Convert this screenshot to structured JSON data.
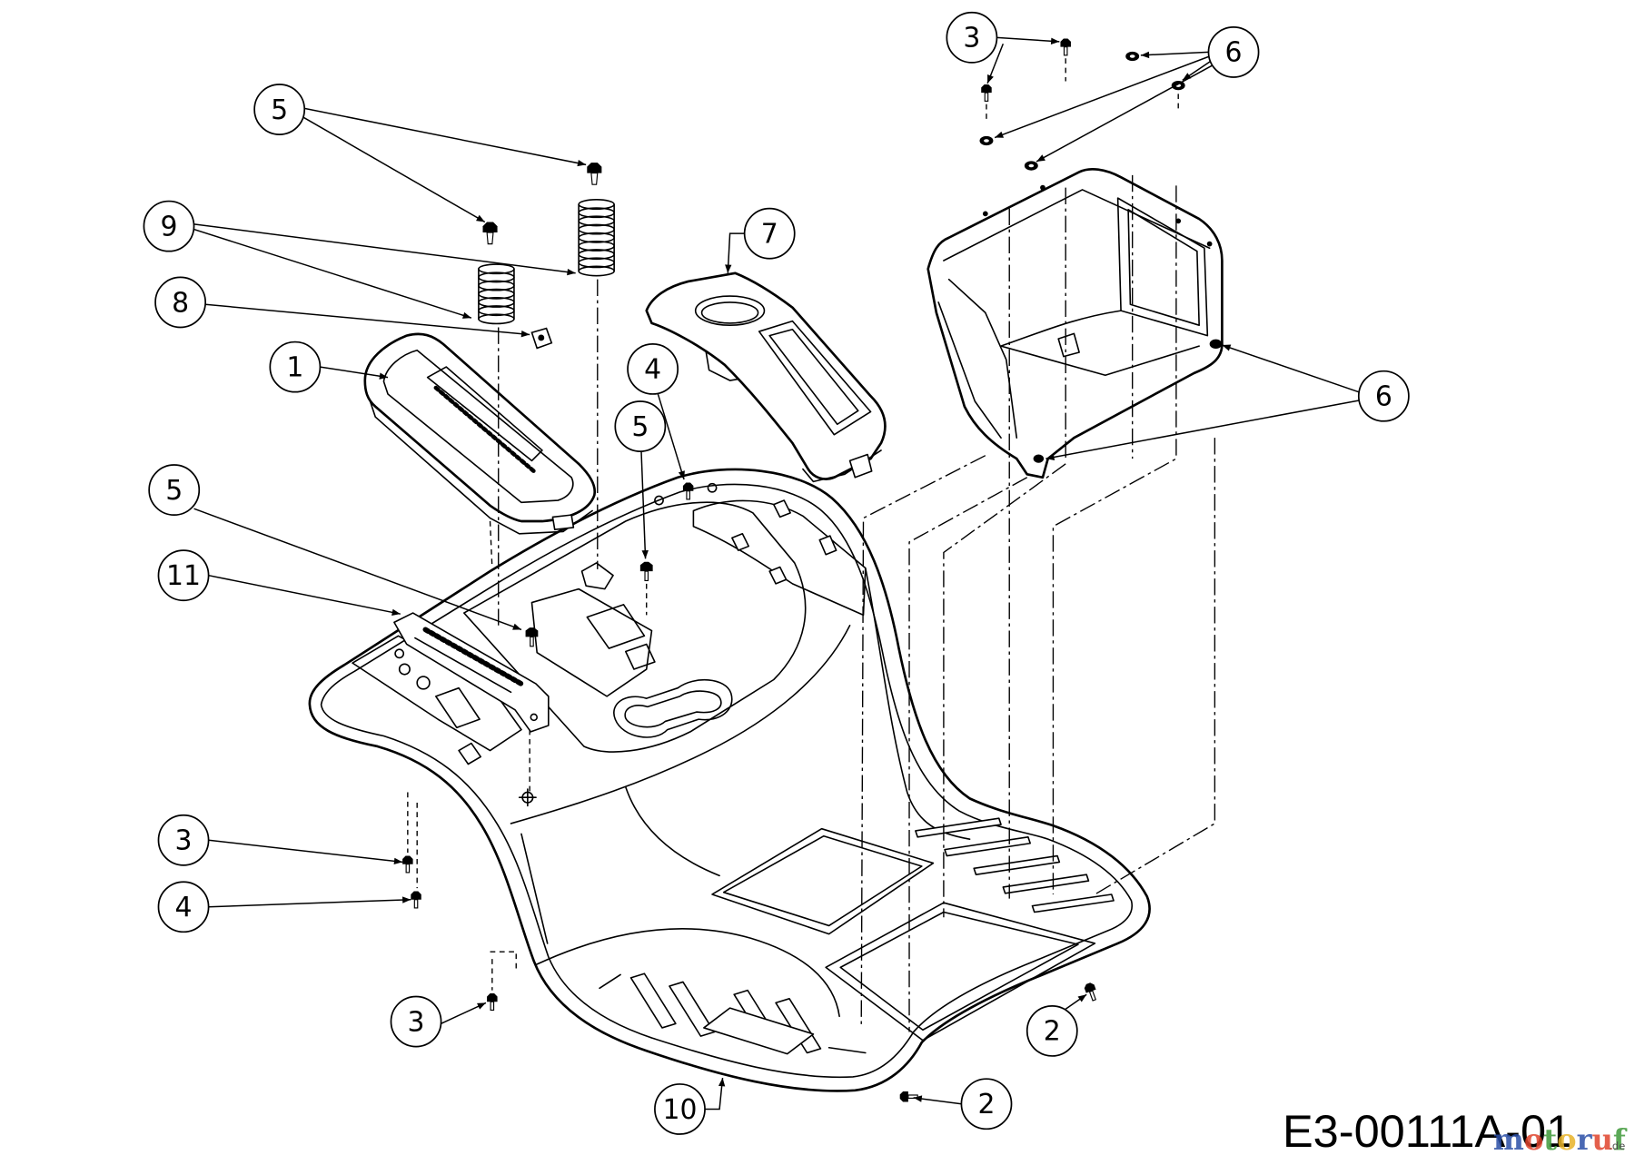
{
  "callouts": [
    "3",
    "6",
    "5",
    "9",
    "7",
    "8",
    "1",
    "4",
    "6",
    "5",
    "5",
    "11",
    "3",
    "4",
    "3",
    "2",
    "2",
    "10"
  ],
  "drawing_number": "E3-00111A-01",
  "watermark": {
    "name": "motoruf",
    "tld": ".de",
    "colors": [
      "#2b4fa8",
      "#e0442c",
      "#3f9a3a",
      "#e8b32a",
      "#2b4fa8",
      "#e0442c",
      "#3f9a3a"
    ]
  }
}
